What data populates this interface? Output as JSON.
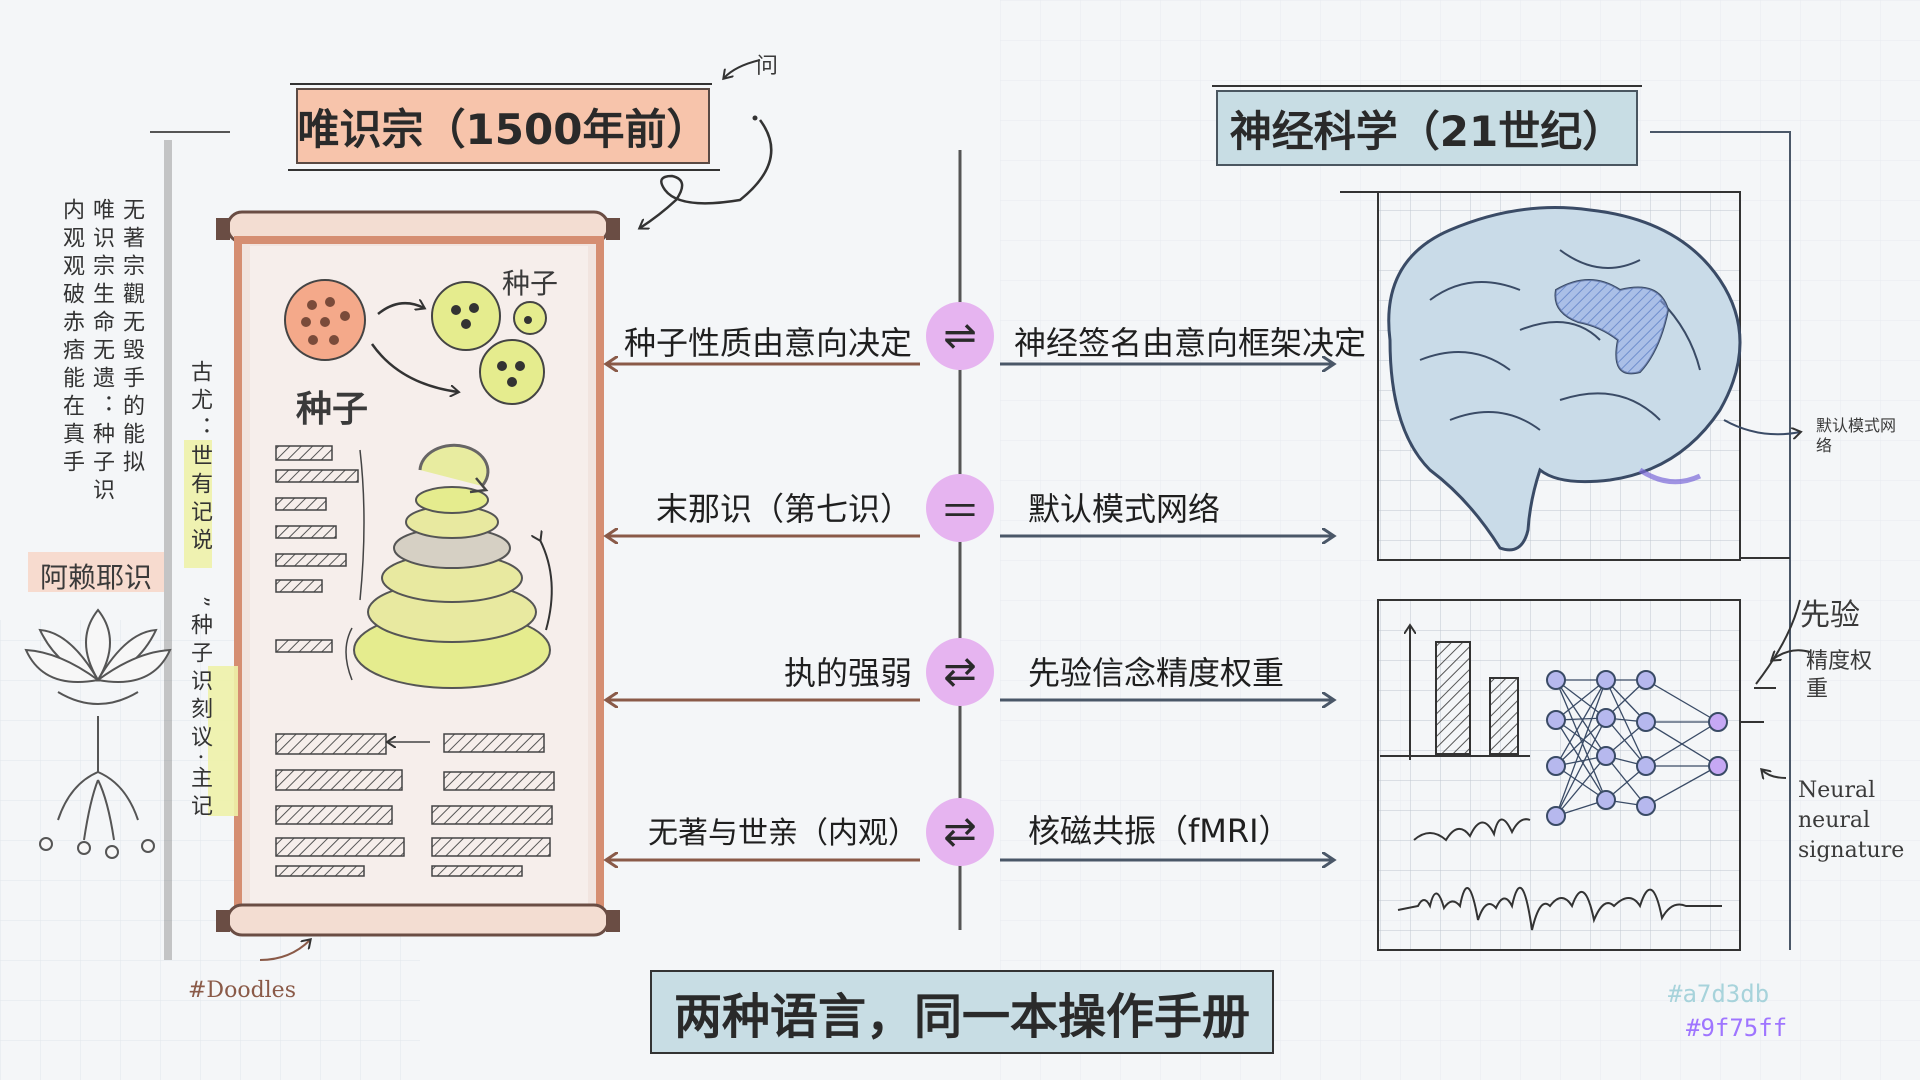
{
  "titles": {
    "left": "唯识宗（1500年前）",
    "right": "神经科学（21世纪）",
    "bottom": "两种语言，同一本操作手册"
  },
  "rows": [
    {
      "left": "种子性质由意向决定",
      "right": "神经签名由意向框架决定",
      "symbol": "⇌"
    },
    {
      "left": "末那识（第七识）",
      "right": "默认模式网络",
      "symbol": "＝"
    },
    {
      "left": "执的强弱",
      "right": "先验信念精度权重",
      "symbol": "⇄"
    },
    {
      "left": "无著与世亲（内观）",
      "right": "核磁共振（fMRI）",
      "symbol": "⇄"
    }
  ],
  "left_notes": {
    "top_mark": "问",
    "seed_small": "种子",
    "seed_large": "种子",
    "alaya": "阿赖耶识",
    "doodles": "#Doodles",
    "column_1": "无著宗觀无毁手的能拟",
    "column_2": "唯识宗生命无遗：种子识",
    "column_3": "内观观破赤痞能在真手",
    "column_4": "古尤：世有记说",
    "column_5": "”种子识刻议·主记"
  },
  "right_notes": {
    "dmn": "默认模式网络",
    "prior": "先验",
    "precision": "精度权重",
    "neural": "Neural neural signature"
  },
  "palette": {
    "accent_1": "#a7d3db",
    "accent_2": "#9f75ff",
    "peach": "#f7c4ab",
    "steel": "#c8dde4",
    "circle": "#e6b4f0",
    "lime": "#e5ec8e"
  }
}
